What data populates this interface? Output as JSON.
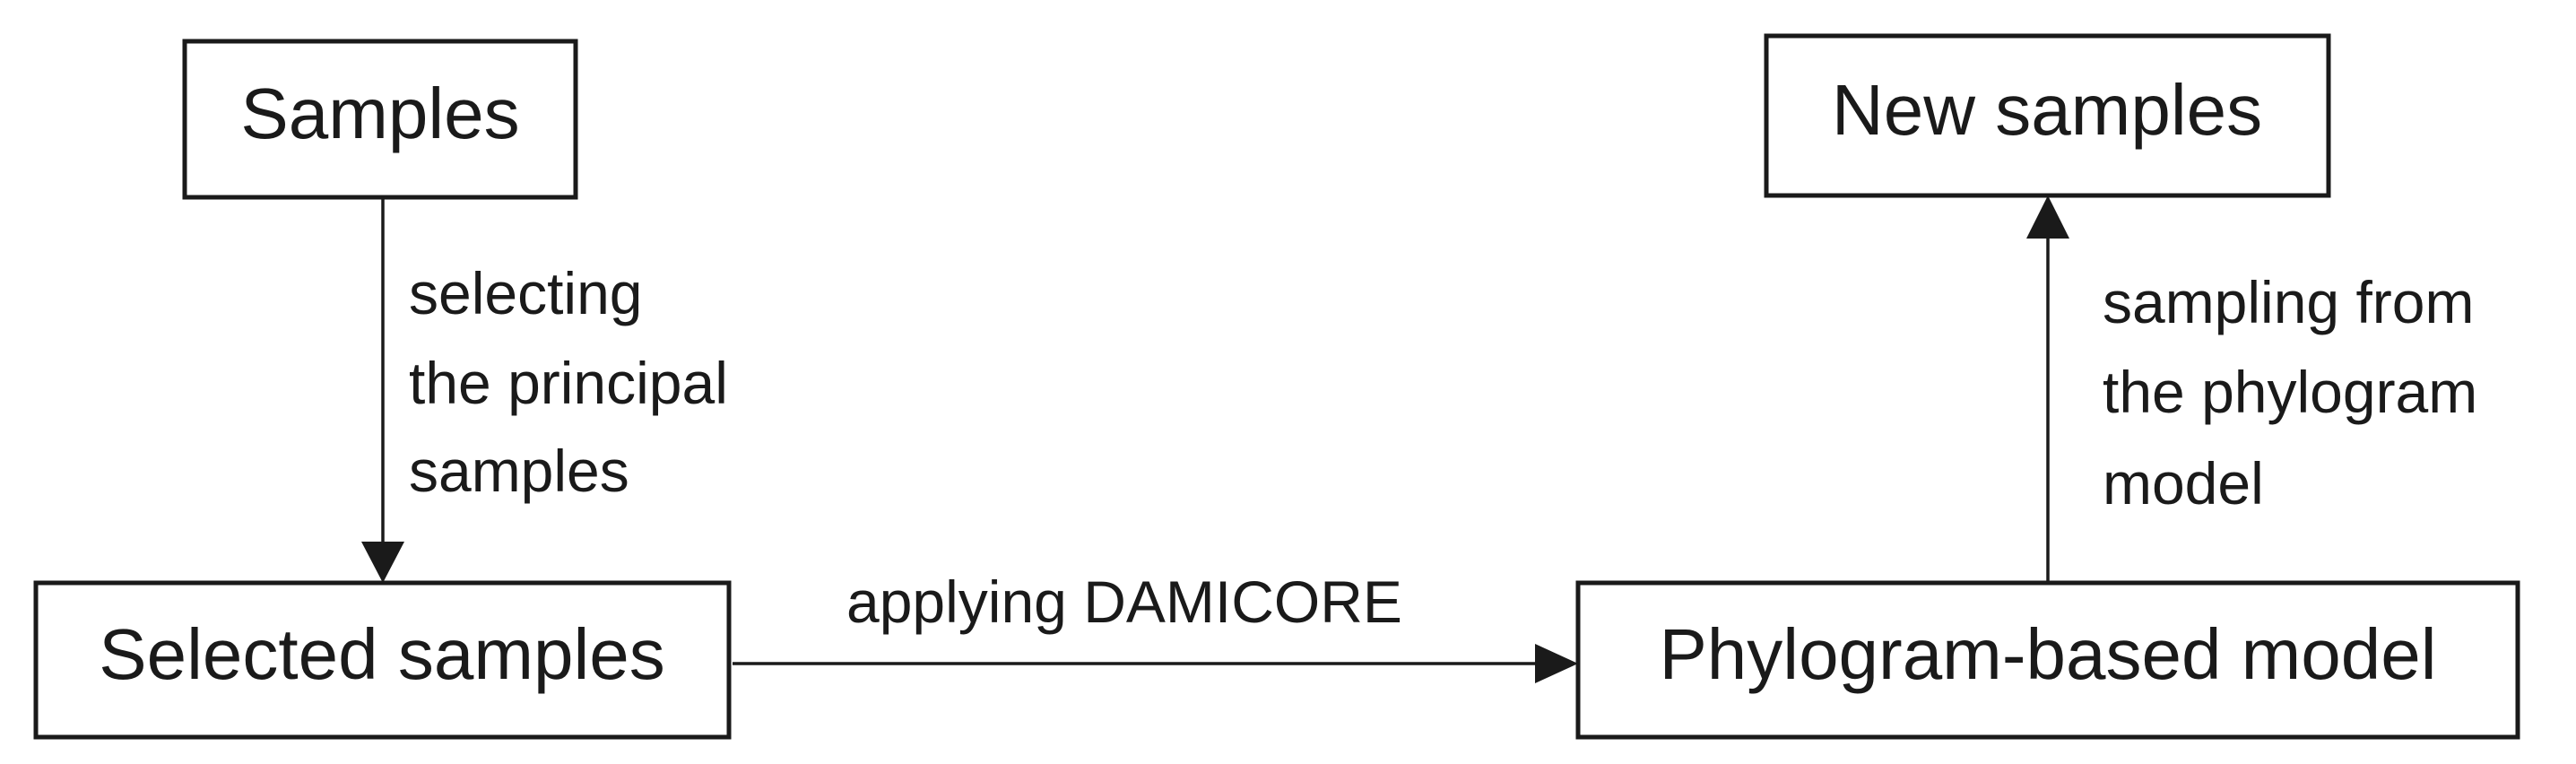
{
  "diagram": {
    "nodes": {
      "samples": {
        "label": "Samples"
      },
      "selected_samples": {
        "label": "Selected samples"
      },
      "phylogram_model": {
        "label": "Phylogram-based model"
      },
      "new_samples": {
        "label": "New samples"
      }
    },
    "edges": {
      "select_principal": {
        "from": "samples",
        "to": "selected_samples",
        "label_lines": [
          "selecting",
          "the principal",
          "samples"
        ]
      },
      "apply_damicore": {
        "from": "selected_samples",
        "to": "phylogram_model",
        "label_lines": [
          "applying DAMICORE"
        ]
      },
      "sample_from_model": {
        "from": "phylogram_model",
        "to": "new_samples",
        "label_lines": [
          "sampling from",
          "the phylogram",
          "model"
        ]
      }
    }
  }
}
